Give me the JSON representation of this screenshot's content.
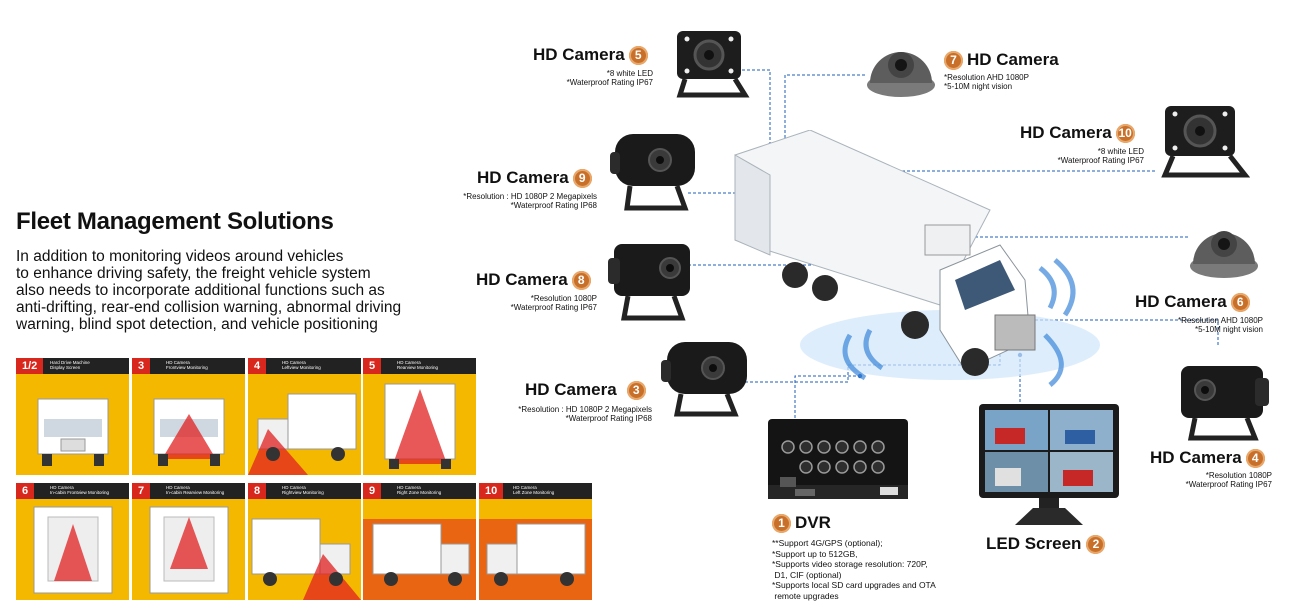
{
  "heading": "Fleet Management Solutions",
  "description": [
    "In addition to monitoring videos around vehicles",
    "to enhance driving safety, the freight vehicle system",
    "also needs to incorporate additional functions such as",
    "anti-drifting, rear-end collision warning, abnormal driving",
    "warning, blind spot detection, and vehicle positioning"
  ],
  "tiles": [
    {
      "num": "1/2",
      "t1": "Hard Drive Machine",
      "t2": "Display Screen"
    },
    {
      "num": "3",
      "t1": "HD Camera",
      "t2": "Frontview Monitoring"
    },
    {
      "num": "4",
      "t1": "HD Camera",
      "t2": "Leftview Monitoring"
    },
    {
      "num": "5",
      "t1": "HD Camera",
      "t2": "Rearview Monitoring"
    },
    {
      "num": "6",
      "t1": "HD Camera",
      "t2": "In-cabin Frontview Monitoring"
    },
    {
      "num": "7",
      "t1": "HD Camera",
      "t2": "In-cabin Rearview Monitoring"
    },
    {
      "num": "8",
      "t1": "HD Camera",
      "t2": "Rightview Monitoring"
    },
    {
      "num": "9",
      "t1": "HD Camera",
      "t2": "Right Zone Monitoring"
    },
    {
      "num": "10",
      "t1": "HD Camera",
      "t2": "Left Zone Monitoring"
    }
  ],
  "cameras": {
    "c5": {
      "label": "HD Camera",
      "num": "5",
      "spec1": "*8 white LED",
      "spec2": "*Waterproof Rating IP67"
    },
    "c7": {
      "label": "HD Camera",
      "num": "7",
      "spec1": "*Resolution AHD 1080P",
      "spec2": "*5-10M night vision"
    },
    "c10": {
      "label": "HD Camera",
      "num": "10",
      "spec1": "*8 white LED",
      "spec2": "*Waterproof Rating IP67"
    },
    "c9": {
      "label": "HD Camera",
      "num": "9",
      "spec1": "*Resolution :  HD 1080P 2 Megapixels",
      "spec2": "*Waterproof Rating IP68"
    },
    "c8": {
      "label": "HD Camera",
      "num": "8",
      "spec1": "*Resolution 1080P",
      "spec2": "*Waterproof Rating IP67"
    },
    "c6": {
      "label": "HD Camera",
      "num": "6",
      "spec1": "*Resolution AHD 1080P",
      "spec2": "*5-10M night vision"
    },
    "c3": {
      "label": "HD Camera",
      "num": "3",
      "spec1": "*Resolution :  HD 1080P 2 Megapixels",
      "spec2": "*Waterproof Rating IP68"
    },
    "c4": {
      "label": "HD Camera",
      "num": "4",
      "spec1": "*Resolution 1080P",
      "spec2": "*Waterproof Rating IP67"
    }
  },
  "dvr": {
    "num": "1",
    "label": "DVR",
    "specs": [
      "**Support 4G/GPS (optional);",
      "*Support up to 512GB,",
      "*Supports video storage resolution: 720P,",
      " D1, CIF (optional)",
      "*Supports local SD card upgrades and OTA",
      " remote upgrades"
    ]
  },
  "led": {
    "label": "LED Screen",
    "num": "2"
  },
  "colors": {
    "accent_red": "#d8271c",
    "tile_yellow": "#f5b800",
    "badge_orange": "#c8702a",
    "line_blue": "#1e5fb8"
  }
}
